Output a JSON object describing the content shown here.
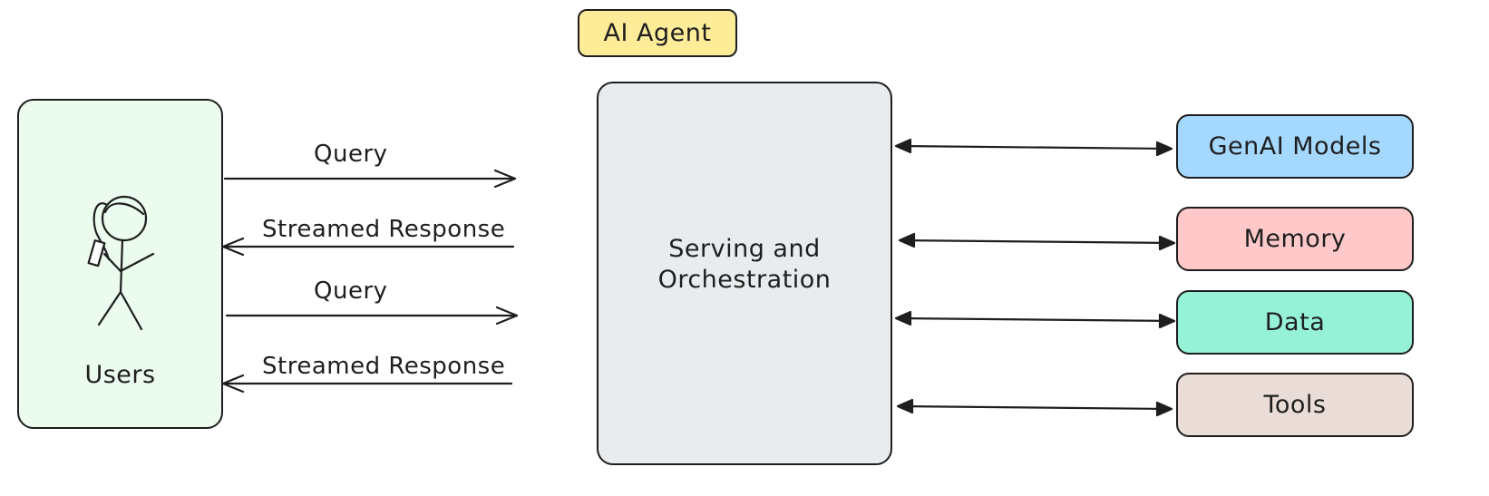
{
  "diagram": {
    "title": "AI Agent",
    "users": {
      "label": "Users"
    },
    "core": {
      "label_line1": "Serving and",
      "label_line2": "Orchestration"
    },
    "components": [
      {
        "label": "GenAI Models",
        "color": "#a5d8ff"
      },
      {
        "label": "Memory",
        "color": "#ffc9c9"
      },
      {
        "label": "Data",
        "color": "#96f2d7"
      },
      {
        "label": "Tools",
        "color": "#eaddd7"
      }
    ],
    "flows": [
      {
        "label": "Query",
        "direction": "to-core"
      },
      {
        "label": "Streamed Response",
        "direction": "to-users"
      },
      {
        "label": "Query",
        "direction": "to-core"
      },
      {
        "label": "Streamed Response",
        "direction": "to-users"
      }
    ],
    "colors": {
      "title_bg": "#ffec99",
      "users_bg": "#ebfbee",
      "core_bg": "#e9ecef",
      "stroke": "#1e1e1e"
    }
  }
}
